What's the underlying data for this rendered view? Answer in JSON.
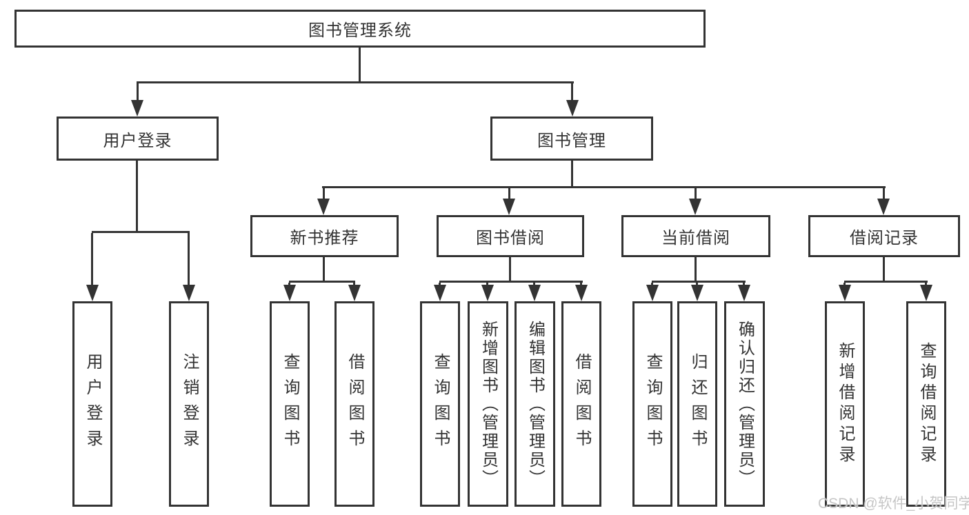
{
  "tree": {
    "root": "图书管理系统",
    "branches": [
      {
        "label": "用户登录",
        "leaves": [
          "用户登录",
          "注销登录"
        ]
      },
      {
        "label": "图书管理",
        "sub": [
          {
            "label": "新书推荐",
            "leaves": [
              "查询图书",
              "借阅图书"
            ]
          },
          {
            "label": "图书借阅",
            "leaves": [
              "查询图书",
              "新增图书（管理员）",
              "编辑图书（管理员）",
              "借阅图书"
            ]
          },
          {
            "label": "当前借阅",
            "leaves": [
              "查询图书",
              "归还图书",
              "确认归还（管理员）"
            ]
          },
          {
            "label": "借阅记录",
            "leaves": [
              "新增借阅记录",
              "查询借阅记录"
            ]
          }
        ]
      }
    ]
  },
  "watermark": "CSDN @软件_小贺同学",
  "colors": {
    "line": "#333333",
    "box_border": "#333333",
    "text": "#333333",
    "watermark": "#c3c3c3",
    "background": "#ffffff"
  }
}
